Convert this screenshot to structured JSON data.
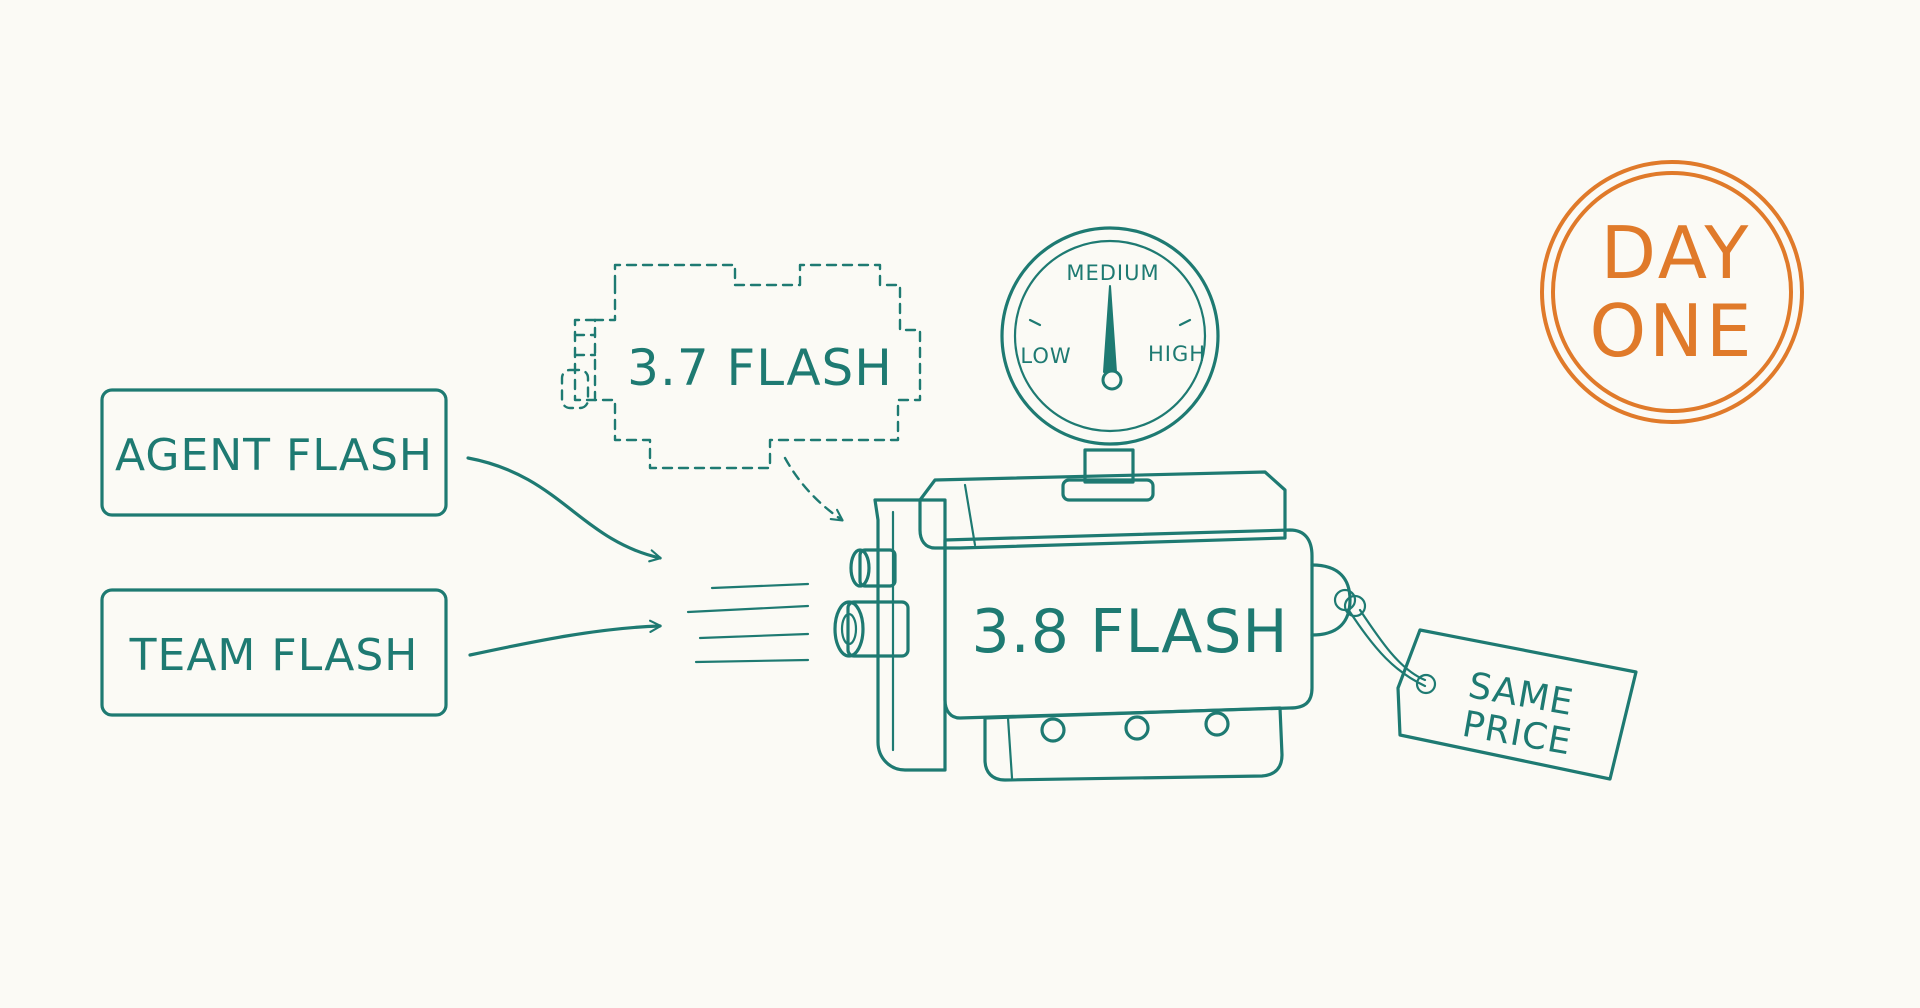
{
  "inputs": {
    "agent_label": "AGENT FLASH",
    "team_label": "TEAM FLASH"
  },
  "previous_model": {
    "label": "3.7 FLASH"
  },
  "engine": {
    "label": "3.8 FLASH"
  },
  "gauge": {
    "label_medium": "MEDIUM",
    "label_low": "LOW",
    "label_high": "HIGH",
    "reading": "MEDIUM"
  },
  "price_tag": {
    "line1": "SAME",
    "line2": "PRICE"
  },
  "stamp": {
    "line1": "DAY",
    "line2": "ONE"
  },
  "colors": {
    "ink": "#1e7a72",
    "stamp": "#e07a2a",
    "background": "#fbfaf5"
  }
}
